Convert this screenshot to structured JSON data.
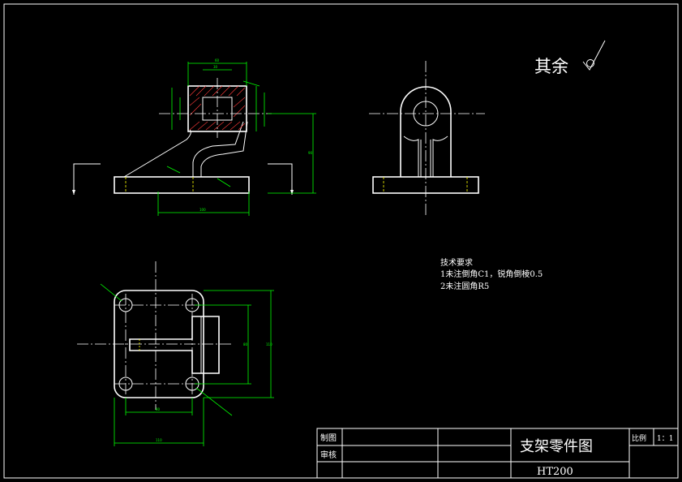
{
  "surface_finish": {
    "label": "其余"
  },
  "tech_requirements": {
    "title": "技术要求",
    "lines": [
      "1未注倒角C1，锐角倒棱0.5",
      "2未注圆角R5"
    ]
  },
  "title_block": {
    "drawn_label": "制图",
    "review_label": "审核",
    "drawing_name": "支架零件图",
    "material": "HT200",
    "scale_label": "比例",
    "scale_value": "1：1"
  },
  "icons": [
    "surface-roughness-symbol-icon",
    "section-arrow-icon"
  ],
  "colors": {
    "background": "#000000",
    "outline": "#ffffff",
    "dimension": "#00ff00",
    "hidden": "#ffff00",
    "hatch": "#ff3b3b"
  }
}
